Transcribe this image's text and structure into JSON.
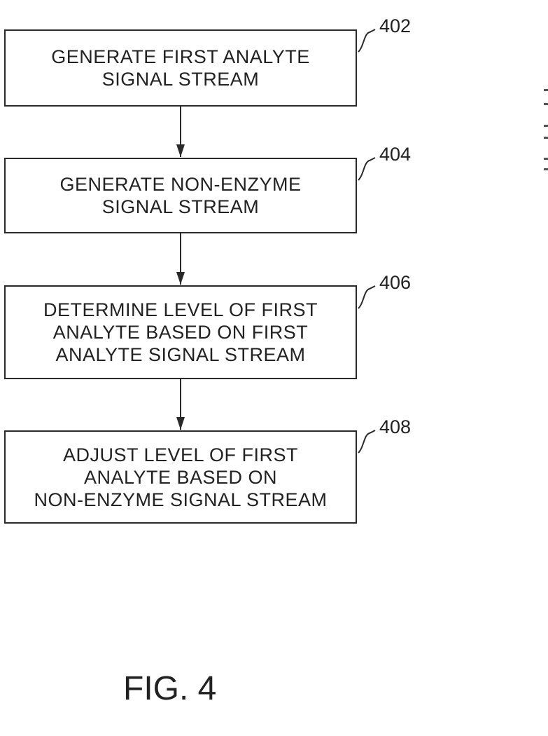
{
  "figure_label": "FIG. 4",
  "steps": [
    {
      "ref": "402",
      "text": "GENERATE FIRST ANALYTE\nSIGNAL STREAM"
    },
    {
      "ref": "404",
      "text": "GENERATE NON-ENZYME\nSIGNAL STREAM"
    },
    {
      "ref": "406",
      "text": "DETERMINE LEVEL OF FIRST\nANALYTE BASED ON FIRST\nANALYTE SIGNAL STREAM"
    },
    {
      "ref": "408",
      "text": "ADJUST LEVEL OF FIRST\nANALYTE BASED ON\nNON-ENZYME SIGNAL STREAM"
    }
  ],
  "connections": [
    {
      "from": "402",
      "to": "404"
    },
    {
      "from": "404",
      "to": "406"
    },
    {
      "from": "406",
      "to": "408"
    }
  ]
}
